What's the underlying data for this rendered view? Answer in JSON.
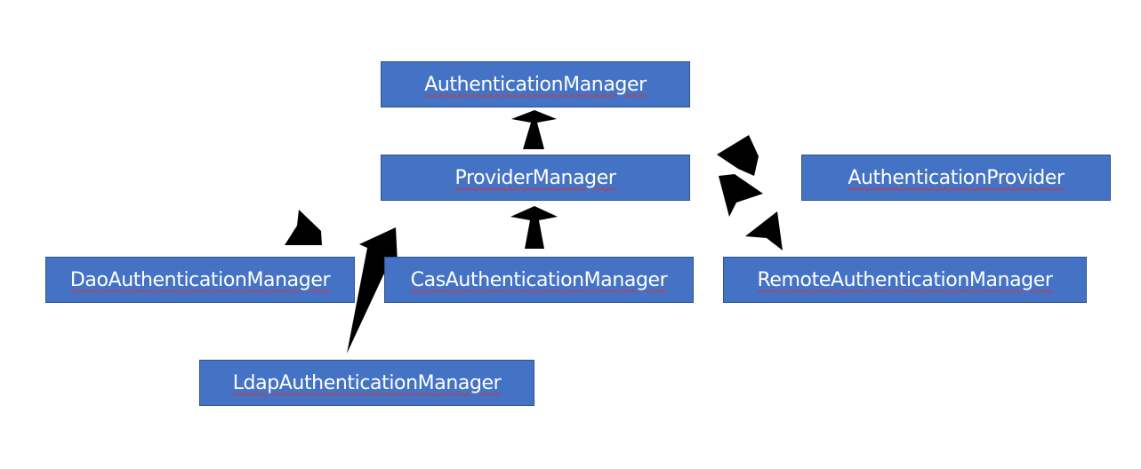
{
  "diagram": {
    "nodes": {
      "authentication_manager": "AuthenticationManager",
      "provider_manager": "ProviderManager",
      "authentication_provider": "AuthenticationProvider",
      "dao_authentication_manager": "DaoAuthenticationManager",
      "cas_authentication_manager": "CasAuthenticationManager",
      "remote_authentication_manager": "RemoteAuthenticationManager",
      "ldap_authentication_manager": "LdapAuthenticationManager"
    },
    "colors": {
      "node_fill": "#4472c4",
      "node_border": "#2f528f",
      "node_text": "#ffffff",
      "arrow": "#000000",
      "spellcheck_underline": "#e0312f"
    }
  }
}
